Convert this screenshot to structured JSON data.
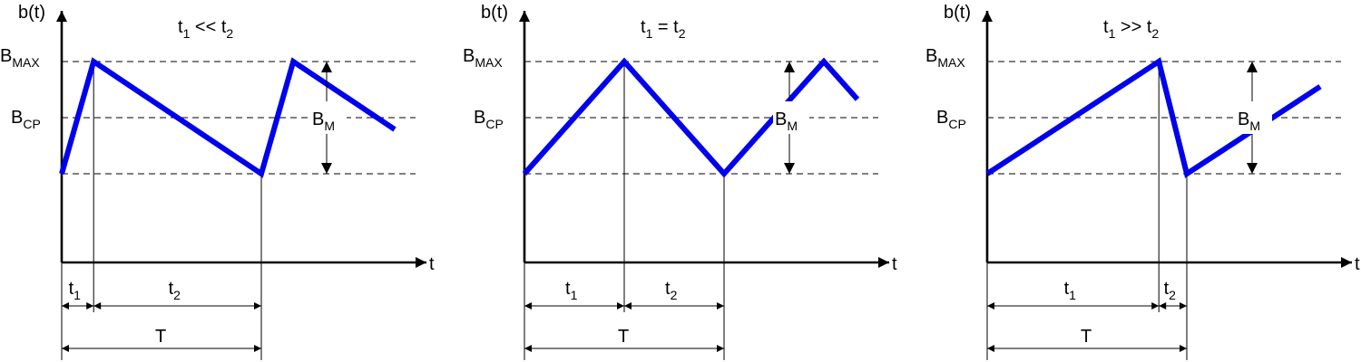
{
  "labels": {
    "y_axis": "b(t)",
    "t_axis": "t",
    "bmax_main": "B",
    "bmax_sub": "MAX",
    "bcp_main": "B",
    "bcp_sub": "CP",
    "bm_main": "B",
    "bm_sub": "M",
    "t1_main": "t",
    "t1_sub": "1",
    "t2_main": "t",
    "t2_sub": "2",
    "period": "T"
  },
  "colors": {
    "waveform": "#0000ee",
    "lines": "#000000"
  },
  "panels": [
    {
      "title_pre": "t",
      "title_sub1": "1",
      "title_op": " << t",
      "title_sub2": "2",
      "rise_fraction": 0.16
    },
    {
      "title_pre": "t",
      "title_sub1": "1",
      "title_op": " = t",
      "title_sub2": "2",
      "rise_fraction": 0.5
    },
    {
      "title_pre": "t",
      "title_sub1": "1",
      "title_op": " >> t",
      "title_sub2": "2",
      "rise_fraction": 0.86
    }
  ]
}
